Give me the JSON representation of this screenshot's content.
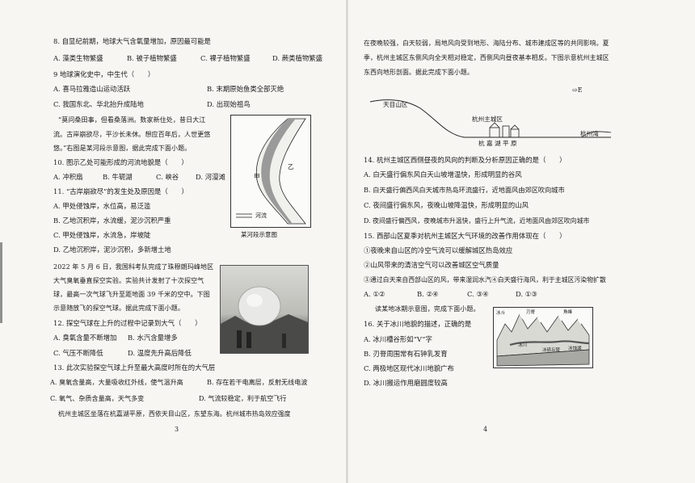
{
  "left": {
    "page_number": "3",
    "q8": {
      "stem": "8. 自显纪前期，地球大气含氧量增加，原因最可能是",
      "options": [
        "A. 藻类生物繁盛",
        "B. 被子植物繁盛",
        "C. 裸子植物繁盛",
        "D. 蕨类植物繁盛"
      ]
    },
    "q9": {
      "stem": "9  地球演化史中，中生代（　　）",
      "options": [
        "A. 喜马拉雅造山运动活跃",
        "B. 末期原始鱼类全部灭绝",
        "C. 我国东北、华北抬升成陆地",
        "D. 出现始祖鸟"
      ]
    },
    "passage1": [
      "“莫问桑田事，但看桑落洲。数家新住处，昔日大江",
      "流。古岸崩欲尽，平沙长未休。想应百年后，人世更悠",
      "悠。”右图是某河段示意图，据此完成下面小题。"
    ],
    "q10": {
      "stem": "10. 图示乙处可能形成的河流地貌是（　　）",
      "options": [
        "A. 冲积扇",
        "B. 牛轭湖",
        "C. 峡谷",
        "D. 河漫滩"
      ]
    },
    "q11": {
      "stem": "11. “古岸崩欲尽”的发生处及原因是（　　）",
      "options": [
        "A. 甲处侵蚀岸，水位高，易泛滥",
        "B. 乙地沉积岸，水流缓，泥沙沉积严重",
        "C. 甲处侵蚀岸，水流急，岸坡陡",
        "D. 乙地沉积岸，泥沙沉积，多新增土地"
      ]
    },
    "river_figure": {
      "label_jia": "甲",
      "label_yi": "乙",
      "legend": "河流",
      "caption": "某河段示意图"
    },
    "passage2": [
      "2022 年 5 月 6 日，我国科考队完成了珠穆朗玛峰地区",
      "大气臭氧垂直探空实验。实验共计发射了十次探空气",
      "球，最高一次气球飞升至距地面 39 千米的空中。下图",
      "示意随放飞的探空气球。据此完成下面小题。"
    ],
    "q12": {
      "stem": "12. 探空气球在上升的过程中记录到大气（　　）",
      "options": [
        "A. 臭氧含量不断增加",
        "B. 水汽含量增多",
        "C. 气压不断降低",
        "D. 温度先升高后降低"
      ]
    },
    "q13": {
      "stem": "13. 此次实验探空气球上升至最大高度时所在的大气层",
      "options": [
        "A. 臭氧含量高，大量吸收红外线，使气温升高",
        "B. 存在若干电离层，反射无线电波",
        "C. 氧气、杂质含量高，天气多变",
        "D. 气流较稳定，利于航空飞行"
      ]
    },
    "passage3_start": "杭州主城区坐落在杭嘉湖平原，西依天目山区，东望东海。杭州城市热岛效应强度"
  },
  "right": {
    "page_number": "4",
    "passage3_cont": [
      "在夜晚较强，白天较弱，局地风向受到地形、海陆分布、城市建成区等的共同影响。夏",
      "季，杭州主城区东侧风向全天相对稳定，西侧风向昼夜基本相反。下图示意杭州主城区",
      "东西向地形剖面。据此完成下面小题。"
    ],
    "profile_figure": {
      "direction": "⇨E",
      "tianmu": "天目山区",
      "city": "杭州主城区",
      "plain": "杭 嘉 湖 平 原",
      "bay": "杭州湾"
    },
    "q14": {
      "stem": "14. 杭州主城区西侧昼夜的风向的判断及分析原因正确的是（　　）",
      "options": [
        "A. 白天盛行偏东风白天山坡增温快，形成明显的谷风",
        "B. 白天盛行偏西风白天城市热岛环流盛行，近地面风由郊区吹向城市",
        "C. 夜间盛行偏东风，夜晚山坡降温快，形成明显的山风",
        "D. 夜间盛行偏西风，夜晚城市升温快，盛行上升气流，近地面风由郊区吹向城市"
      ]
    },
    "q15": {
      "stem": "15. 西部山区夏季对杭州主城区大气环境的改善作用体现在（　　）",
      "statements": [
        "①夜晚来自山区的冷空气流可以缓解城区热岛效应",
        "②山风带来的清洁空气可以改善城区空气质量",
        "③通过白天来自西部山区的风，带来湿润水汽④白天盛行海风，利于主城区污染物扩散"
      ],
      "options": [
        "A. ①②",
        "B. ②④",
        "C. ③④",
        "D. ①③"
      ]
    },
    "passage4": "读某地冰期示意图，完成下面小题。",
    "q16": {
      "stem": "16. 关于冰川地貌的描述，正确的是",
      "options": [
        "A. 冰川槽谷形如“V”字",
        "B. 刃脊周围常有石钟乳发育",
        "C. 两极地区现代冰川地貌广布",
        "D. 冰川搬运作用磨圆度较高"
      ]
    },
    "glacier_figure": {
      "label1": "冰斗",
      "label2": "刃脊",
      "label3": "角峰",
      "label4": "冰川",
      "label5": "冰碛丘陵",
      "label6": "冰蚀湖"
    }
  }
}
